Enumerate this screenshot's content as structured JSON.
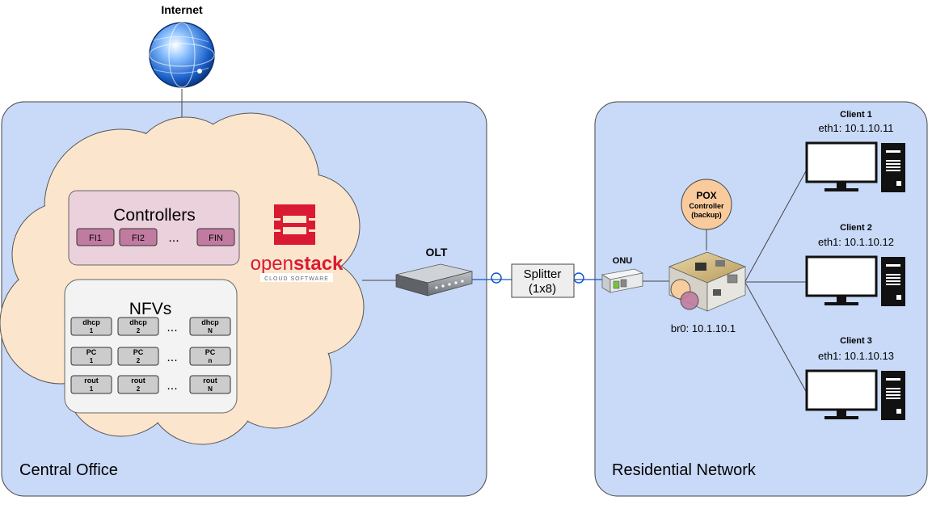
{
  "internet": {
    "label": "Internet"
  },
  "central_office": {
    "label": "Central Office",
    "controllers": {
      "title": "Controllers",
      "items": [
        "FI1",
        "FI2",
        "FIN"
      ],
      "ellipsis": "..."
    },
    "nfvs": {
      "title": "NFVs",
      "rows": [
        {
          "cells": [
            {
              "top": "dhcp",
              "bottom": "1"
            },
            {
              "top": "dhcp",
              "bottom": "2"
            },
            {
              "top": "dhcp",
              "bottom": "N"
            }
          ],
          "ellipsis": "..."
        },
        {
          "cells": [
            {
              "top": "PC",
              "bottom": "1"
            },
            {
              "top": "PC",
              "bottom": "2"
            },
            {
              "top": "PC",
              "bottom": "n"
            }
          ],
          "ellipsis": "..."
        },
        {
          "cells": [
            {
              "top": "rout",
              "bottom": "1"
            },
            {
              "top": "rout",
              "bottom": "2"
            },
            {
              "top": "rout",
              "bottom": "N"
            }
          ],
          "ellipsis": "..."
        }
      ]
    },
    "openstack": {
      "word_open": "open",
      "word_stack": "stack",
      "tagline": "CLOUD SOFTWARE"
    }
  },
  "olt": {
    "label": "OLT"
  },
  "splitter": {
    "line1": "Splitter",
    "line2": "(1x8)"
  },
  "residential": {
    "label": "Residential Network",
    "onu": {
      "label": "ONU"
    },
    "pox": {
      "line1": "POX",
      "line2": "Controller",
      "line3": "(backup)"
    },
    "router": {
      "label": "br0: 10.1.10.1"
    },
    "clients": [
      {
        "name": "Client 1",
        "addr": "eth1: 10.1.10.11"
      },
      {
        "name": "Client 2",
        "addr": "eth1: 10.1.10.12"
      },
      {
        "name": "Client 3",
        "addr": "eth1: 10.1.10.13"
      }
    ]
  },
  "colors": {
    "zone_fill": "#c9daf8",
    "cloud_fill": "#fce5cd",
    "controllers_fill": "#ead1dc",
    "fi_fill": "#c27ba0",
    "nfv_panel_fill": "#f3f3f3",
    "nfv_cell_fill": "#cccccc",
    "pox_fill": "#f9cb9c",
    "openstack_red": "#da1a32",
    "link_blue": "#1155cc"
  }
}
